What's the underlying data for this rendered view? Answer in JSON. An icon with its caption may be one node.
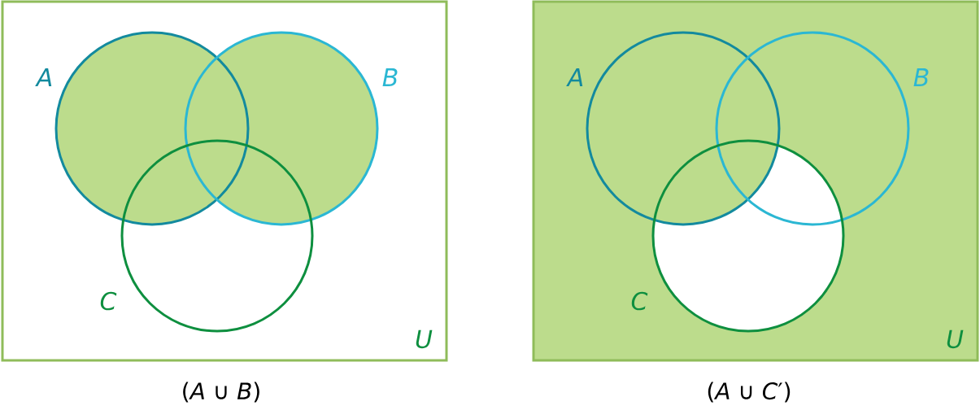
{
  "diagram": {
    "nodes": [
      {
        "text": [
          "U"
        ]
      },
      {
        "text": [],
        "shape": "circle",
        "beside": [
          "A"
        ],
        "in": 0
      },
      {
        "text": [],
        "shape": "circle",
        "beside": [
          "B"
        ],
        "in": 0
      },
      {
        "text": [],
        "shape": "circle",
        "beside": [
          "C"
        ],
        "in": 0
      },
      {
        "text": [
          "U"
        ]
      },
      {
        "text": [],
        "shape": "circle",
        "beside": [
          "A"
        ],
        "in": 4
      },
      {
        "text": [],
        "shape": "circle",
        "beside": [
          "B"
        ],
        "in": 4
      },
      {
        "text": [],
        "shape": "circle",
        "beside": [
          "C"
        ],
        "in": 4
      }
    ],
    "edges": [],
    "labels": [
      "(*A* ∪ *B*)",
      "(*A* ∪ *C*′)"
    ]
  }
}
